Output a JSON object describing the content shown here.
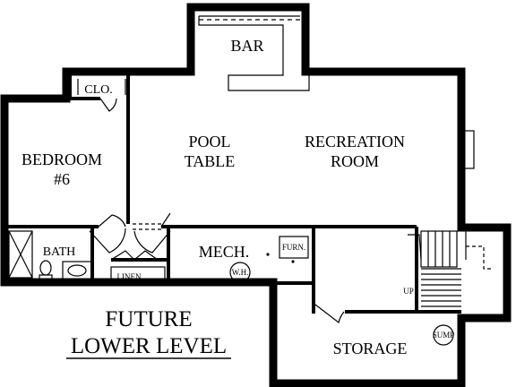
{
  "rooms": {
    "bar": "BAR",
    "closet": "CLO.",
    "bedroom_line1": "BEDROOM",
    "bedroom_line2": "#6",
    "pool_line1": "POOL",
    "pool_line2": "TABLE",
    "rec_line1": "RECREATION",
    "rec_line2": "ROOM",
    "bath": "BATH",
    "mech": "MECH.",
    "furnace": "FURN.",
    "water_heater": "W.H.",
    "linen": "LINEN",
    "up": "UP",
    "sump": "SUMP",
    "storage": "STORAGE"
  },
  "title": {
    "line1": "FUTURE",
    "line2": "LOWER LEVEL"
  }
}
